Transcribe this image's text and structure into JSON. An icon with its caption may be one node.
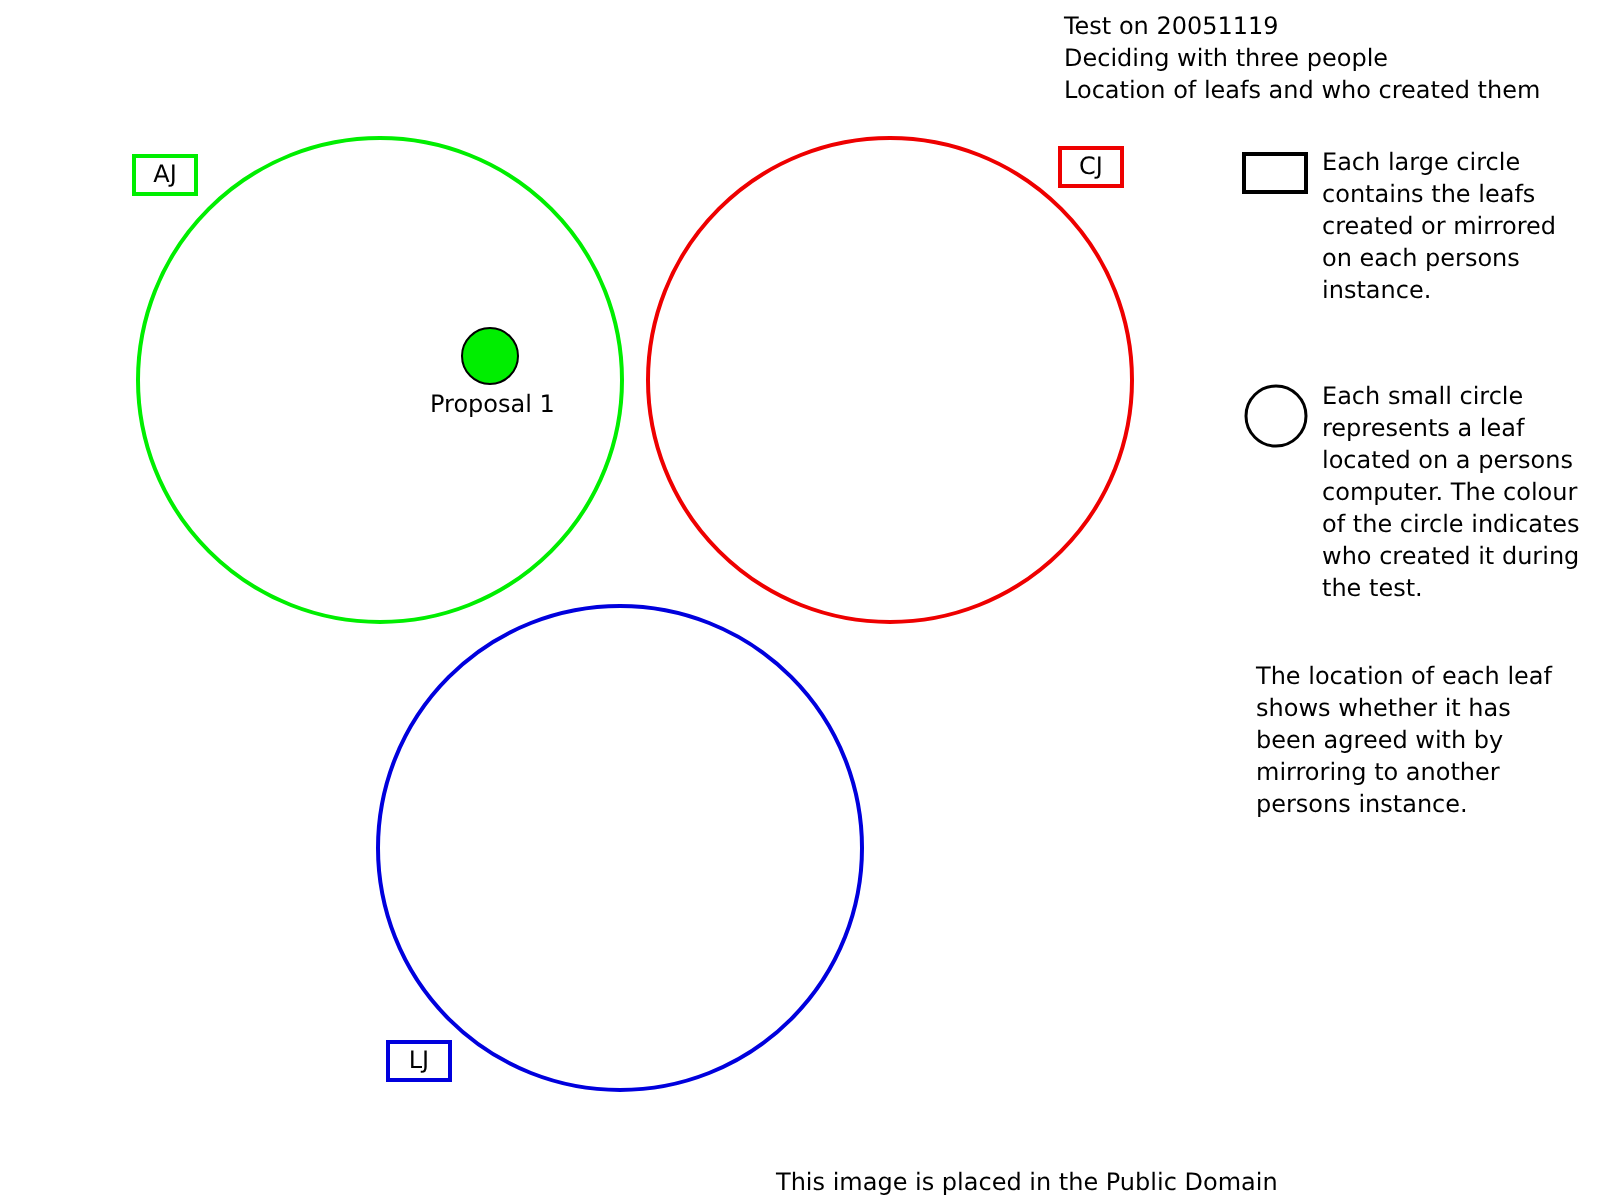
{
  "diagram": {
    "nodes": [
      {
        "text": [
          "AJ"
        ]
      },
      {
        "text": [],
        "shape": "circle"
      },
      {
        "text": [],
        "shape": "circle",
        "in": 1,
        "beside": [
          "Proposal 1"
        ]
      },
      {
        "text": [
          "CJ"
        ]
      },
      {
        "text": [],
        "shape": "circle"
      },
      {
        "text": [],
        "shape": "circle"
      },
      {
        "text": [
          "LJ"
        ]
      }
    ],
    "edges": [],
    "labels": [
      "Test on 20051119",
      "Deciding with three people",
      "Location of leafs and who created them",
      "The location of each leaf shows whether it has been agreed with by mirroring to another persons instance.",
      "This image is placed in the Public Domain"
    ],
    "legend": [
      {
        "text": "Each large circle contains the leafs created or mirrored on each persons instance."
      },
      {
        "text": "Each small circle represents a leaf located on a persons computer. The colour of the circle indicates who created it during the test."
      }
    ]
  }
}
